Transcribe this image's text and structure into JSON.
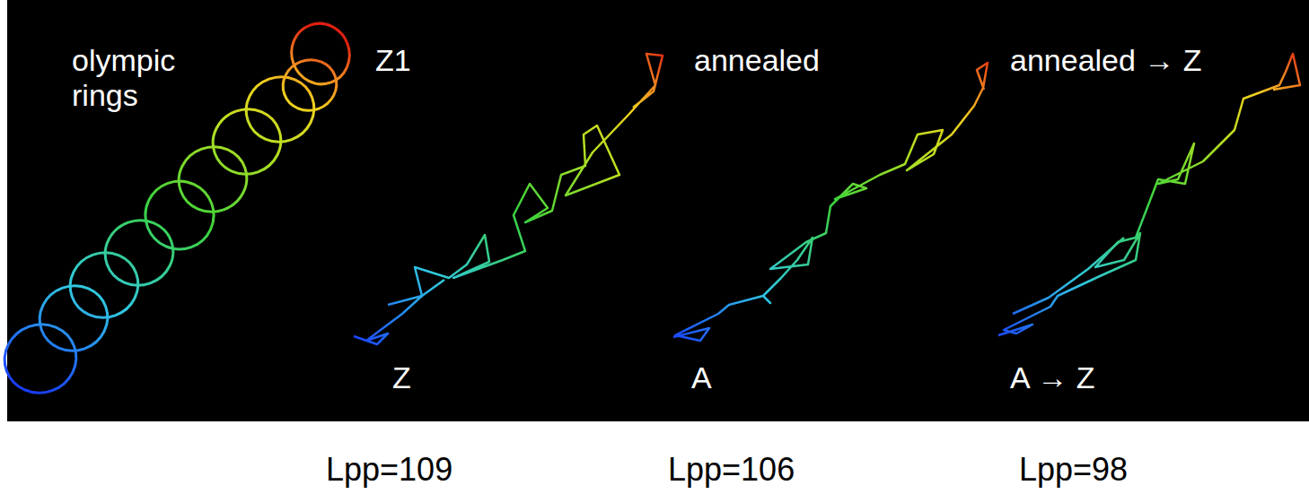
{
  "diagram": {
    "labels": [
      "olympic rings",
      "Z1",
      "annealed",
      "annealed → Z",
      "Z",
      "A",
      "A → Z",
      "Lpp=109",
      "Lpp=106",
      "Lpp=98"
    ]
  }
}
